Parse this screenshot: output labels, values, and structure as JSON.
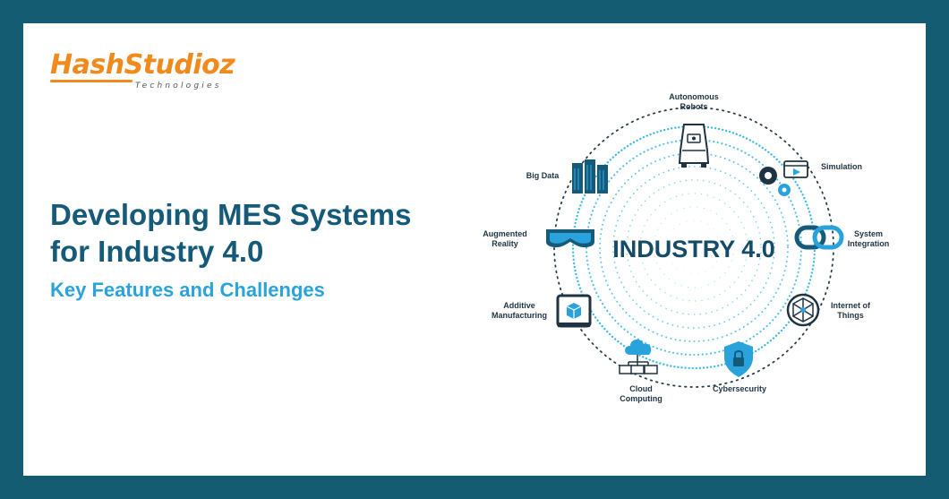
{
  "logo": {
    "brand": "HashStudioz",
    "sub": "Technologies"
  },
  "headline": {
    "line1": "Developing MES Systems",
    "line2": "for Industry 4.0",
    "subtitle": "Key Features and Challenges"
  },
  "diagram": {
    "center": "INDUSTRY 4.0",
    "nodes": [
      {
        "line1": "Autonomous",
        "line2": "Robots",
        "icon": "robot-car-icon"
      },
      {
        "line1": "Simulation",
        "line2": "",
        "icon": "gears-video-icon"
      },
      {
        "line1": "System",
        "line2": "Integration",
        "icon": "chain-link-icon"
      },
      {
        "line1": "Internet of",
        "line2": "Things",
        "icon": "network-globe-icon"
      },
      {
        "line1": "Cybersecurity",
        "line2": "",
        "icon": "shield-lock-icon"
      },
      {
        "line1": "Cloud",
        "line2": "Computing",
        "icon": "cloud-network-icon"
      },
      {
        "line1": "Additive",
        "line2": "Manufacturing",
        "icon": "3d-printer-icon"
      },
      {
        "line1": "Augmented",
        "line2": "Reality",
        "icon": "vr-headset-icon"
      },
      {
        "line1": "Big Data",
        "line2": "",
        "icon": "server-rack-icon"
      }
    ]
  },
  "colors": {
    "frame": "#135c72",
    "navy": "#155a78",
    "accent": "#2aa3dc",
    "orange": "#f08a1c"
  }
}
